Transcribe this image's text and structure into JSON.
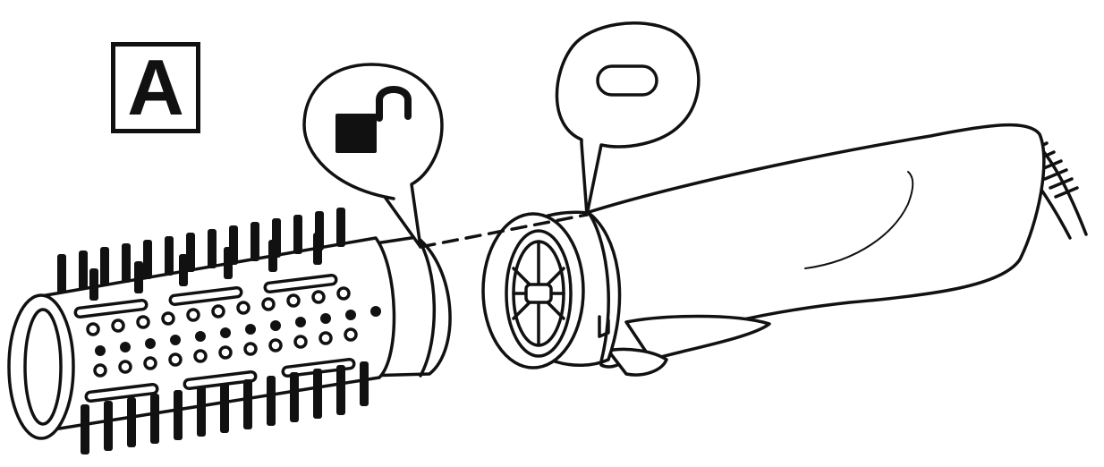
{
  "figure": {
    "step_label": "A",
    "callouts": [
      {
        "name": "unlock-callout",
        "icon": "unlock-padlock-icon"
      },
      {
        "name": "align-mark-callout",
        "icon": "oval-alignment-mark-icon"
      }
    ],
    "parts": [
      "round-brush-attachment",
      "handle-body",
      "power-cord",
      "connector-dashed-line"
    ],
    "colors": {
      "ink": "#111111",
      "paper": "#ffffff"
    }
  }
}
